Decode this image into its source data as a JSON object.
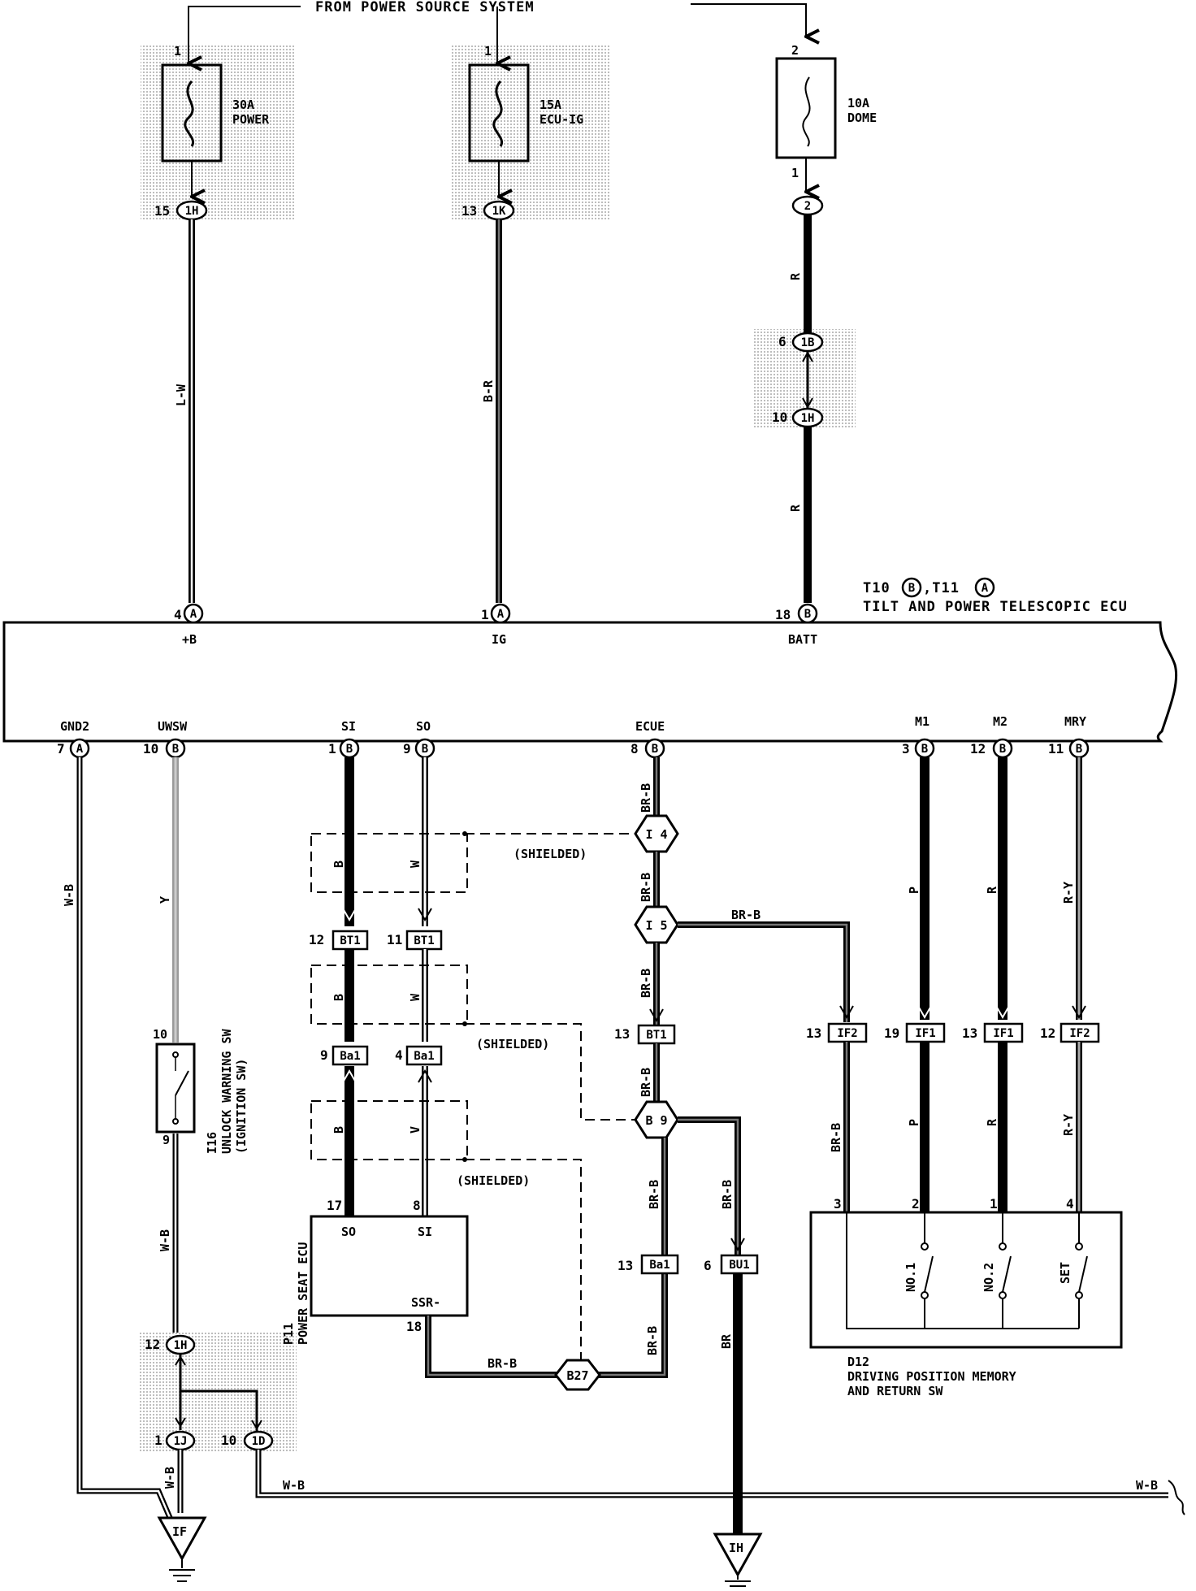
{
  "header": {
    "power_source": "FROM POWER SOURCE SYSTEM"
  },
  "fuses": [
    {
      "amp": "30A",
      "name": "POWER",
      "pin_in": "1",
      "pin_out": "15",
      "conn": "1H"
    },
    {
      "amp": "15A",
      "name": "ECU-IG",
      "pin_in": "1",
      "pin_out": "13",
      "conn": "1K"
    },
    {
      "amp": "10A",
      "name": "DOME",
      "pin_in": "2",
      "pin_out": "1",
      "conn": "2"
    }
  ],
  "dome_path": {
    "j1_pin": "6",
    "j1_conn": "1B",
    "j2_pin": "10",
    "j2_conn": "1H"
  },
  "wires": {
    "lv": "L-W",
    "br": "B-R",
    "r": "R",
    "wb": "W-B",
    "y": "Y",
    "b": "B",
    "w": "W",
    "brb": "BR-B",
    "p": "P",
    "ry": "R-Y",
    "brw": "BR",
    "v": "V"
  },
  "ecu": {
    "title_ids": "T10 (B) ,T11 (A)",
    "id_t10": "T10",
    "id_b": "B",
    "id_t11": ",T11",
    "id_a": "A",
    "title": "TILT AND POWER TELESCOPIC ECU",
    "top_pins": [
      {
        "pin": "4",
        "conn": "A",
        "label": "+B"
      },
      {
        "pin": "1",
        "conn": "A",
        "label": "IG"
      },
      {
        "pin": "18",
        "conn": "B",
        "label": "BATT"
      }
    ],
    "bottom_pins": [
      {
        "pin": "7",
        "conn": "A",
        "label": "GND2"
      },
      {
        "pin": "10",
        "conn": "B",
        "label": "UWSW"
      },
      {
        "pin": "1",
        "conn": "B",
        "label": "SI"
      },
      {
        "pin": "9",
        "conn": "B",
        "label": "SO"
      },
      {
        "pin": "8",
        "conn": "B",
        "label": "ECUE"
      },
      {
        "pin": "3",
        "conn": "B",
        "label": "M1"
      },
      {
        "pin": "12",
        "conn": "B",
        "label": "M2"
      },
      {
        "pin": "11",
        "conn": "B",
        "label": "MRY"
      }
    ]
  },
  "shielded": "(SHIELDED)",
  "splices": {
    "i4": "I 4",
    "i5": "I 5",
    "b9": "B 9",
    "b27": "B27"
  },
  "connectors": {
    "bt1_12": {
      "pin": "12",
      "id": "BT1"
    },
    "bt1_11": {
      "pin": "11",
      "id": "BT1"
    },
    "ba1_9": {
      "pin": "9",
      "id": "Ba1"
    },
    "ba1_4": {
      "pin": "4",
      "id": "Ba1"
    },
    "bt1_13": {
      "pin": "13",
      "id": "BT1"
    },
    "ba1_13": {
      "pin": "13",
      "id": "Ba1"
    },
    "bu1_6": {
      "pin": "6",
      "id": "BU1"
    },
    "if2_13": {
      "pin": "13",
      "id": "IF2"
    },
    "if1_19": {
      "pin": "19",
      "id": "IF1"
    },
    "if1_13": {
      "pin": "13",
      "id": "IF1"
    },
    "if2_12": {
      "pin": "12",
      "id": "IF2"
    }
  },
  "switch_i16": {
    "id": "I16",
    "name1": "UNLOCK WARNING SW",
    "name2": "(IGNITION SW)",
    "pin_top": "10",
    "pin_bottom": "9"
  },
  "seat_ecu": {
    "id": "P11",
    "name": "POWER SEAT ECU",
    "so": "SO",
    "si": "SI",
    "ssr": "SSR-",
    "pin_so": "17",
    "pin_si": "8",
    "pin_ssr": "18"
  },
  "memory_sw": {
    "id": "D12",
    "name1": "DRIVING POSITION MEMORY",
    "name2": "AND RETURN SW",
    "pins": [
      "3",
      "2",
      "1",
      "4"
    ],
    "switches": [
      "NO.1",
      "NO.2",
      "SET"
    ]
  },
  "junction_bottom": {
    "j1_pin": "12",
    "j1_conn": "1H",
    "j2_pin": "1",
    "j2_conn": "1J",
    "j3_pin": "10",
    "j3_conn": "1D"
  },
  "grounds": {
    "if": "IF",
    "ih": "IH"
  }
}
